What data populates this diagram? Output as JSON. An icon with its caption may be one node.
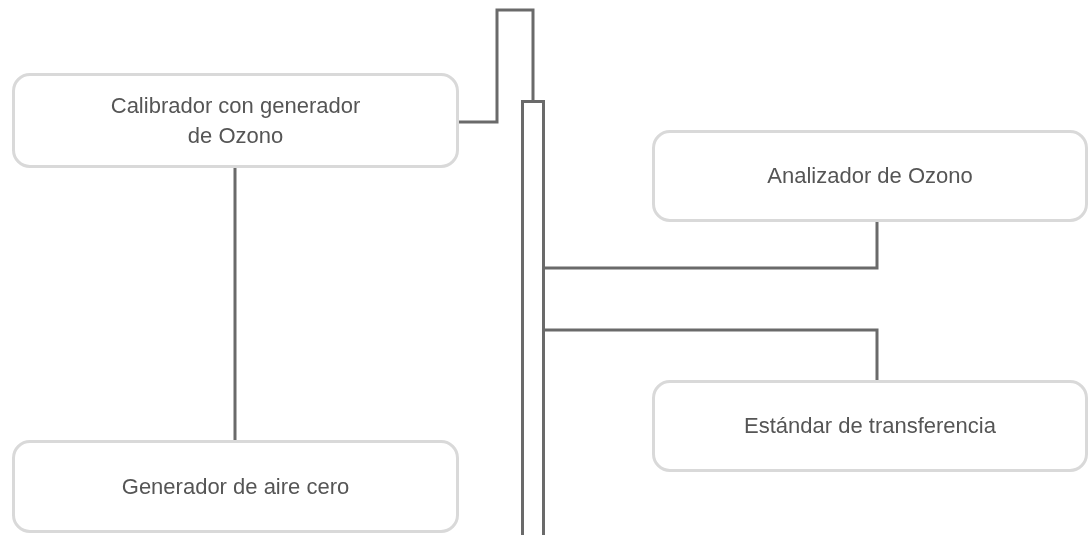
{
  "diagram": {
    "nodes": [
      {
        "text": [
          "Calibrador con generador de Ozono"
        ]
      },
      {
        "text": [
          "Analizador de Ozono"
        ]
      },
      {
        "text": [
          "Estándar de transferencia"
        ]
      },
      {
        "text": [
          "Generador de aire cero"
        ]
      },
      {
        "text": [],
        "shape": "bar"
      }
    ],
    "edges": [
      {
        "from": 0,
        "to": 3,
        "arrow": "none"
      },
      {
        "from": 0,
        "to": 4,
        "arrow": "none"
      },
      {
        "from": 4,
        "to": 1,
        "arrow": "none"
      },
      {
        "from": 4,
        "to": 2,
        "arrow": "none"
      }
    ]
  }
}
